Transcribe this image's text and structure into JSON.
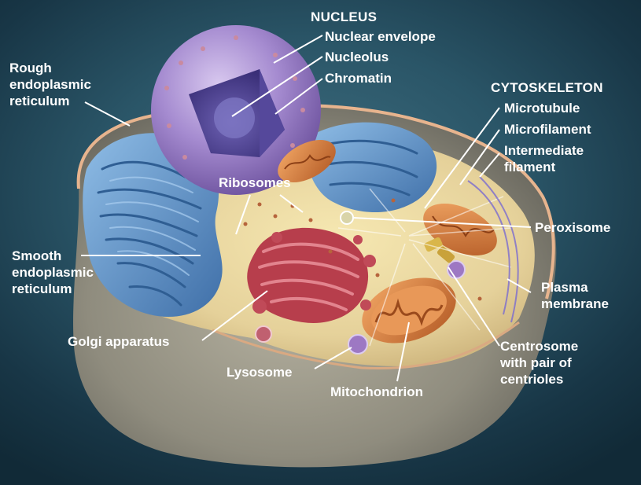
{
  "groups": {
    "nucleus": "NUCLEUS",
    "cytoskeleton": "CYTOSKELETON"
  },
  "labels": {
    "nuclear_envelope": "Nuclear envelope",
    "nucleolus": "Nucleolus",
    "chromatin": "Chromatin",
    "rough_er": [
      "Rough",
      "endoplasmic",
      "reticulum"
    ],
    "microtubule": "Microtubule",
    "microfilament": "Microfilament",
    "intermediate_filament": [
      "Intermediate",
      "filament"
    ],
    "ribosomes": "Ribosomes",
    "peroxisome": "Peroxisome",
    "smooth_er": [
      "Smooth",
      "endoplasmic",
      "reticulum"
    ],
    "plasma_membrane": [
      "Plasma",
      "membrane"
    ],
    "golgi": "Golgi apparatus",
    "centrosome": [
      "Centrosome",
      "with pair of",
      "centrioles"
    ],
    "lysosome": "Lysosome",
    "mitochondrion": "Mitochondrion"
  },
  "colors": {
    "background": "#2a5567",
    "cell_body": "#9a9686",
    "cytoplasm": "#e9d89c",
    "nucleus": "#9a80c6",
    "er": "#5e8fc4",
    "golgi": "#b73e4c",
    "mitochondrion": "#d07a3e",
    "label_text": "#ffffff"
  }
}
